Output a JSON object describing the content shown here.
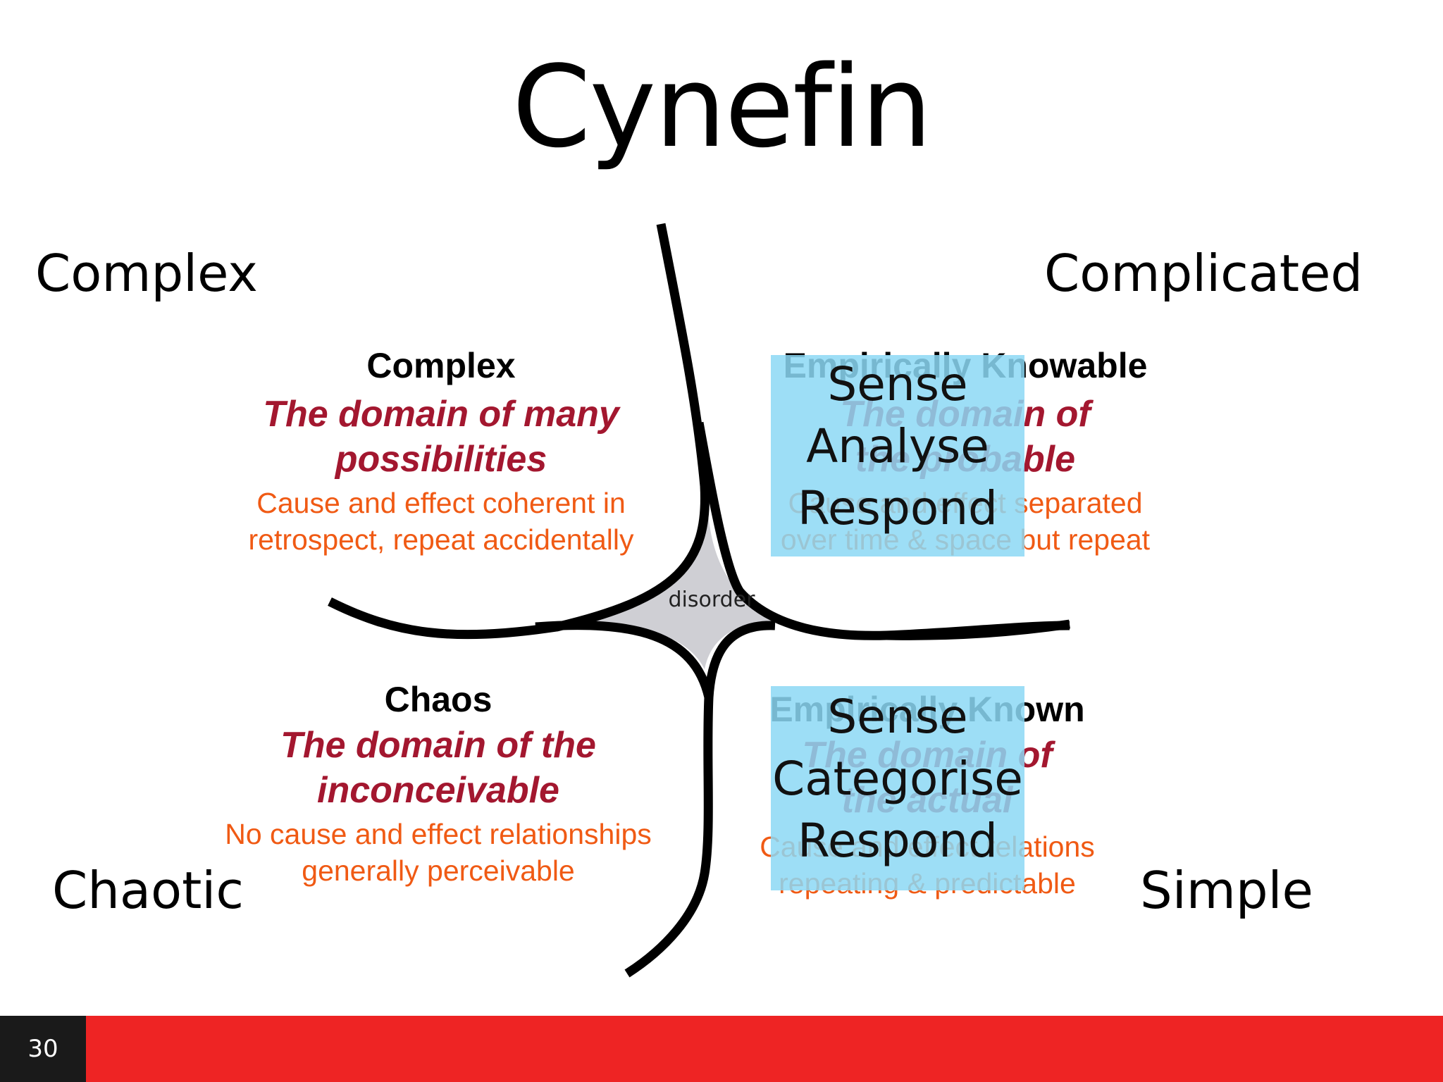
{
  "title": "Cynefin",
  "corners": {
    "top_left": "Complex",
    "top_right": "Complicated",
    "bottom_left": "Chaotic",
    "bottom_right": "Simple"
  },
  "center_label": "disorder",
  "quadrants": {
    "complex": {
      "heading": "Complex",
      "subtitle": "The domain of many possibilities",
      "subtitle_lines": [
        "The domain of many",
        "possibilities"
      ],
      "description_lines": [
        "Cause and effect coherent in",
        "retrospect, repeat accidentally"
      ]
    },
    "complicated": {
      "heading": "Empirically Knowable",
      "subtitle_lines": [
        "The domain of",
        "the probable"
      ],
      "description_lines": [
        "Cause and effect separated",
        "over time & space but repeat"
      ],
      "steps": [
        "Sense",
        "Analyse",
        "Respond"
      ]
    },
    "chaos": {
      "heading": "Chaos",
      "subtitle_lines": [
        "The domain of the",
        "inconceivable"
      ],
      "description_lines": [
        "No cause and effect relationships",
        "generally perceivable"
      ]
    },
    "simple": {
      "heading": "Empirically Known",
      "subtitle_lines": [
        "The domain of",
        "the actual"
      ],
      "description_lines": [
        "Cause and effect relations",
        "repeating & predictable"
      ],
      "steps": [
        "Sense",
        "Categorise",
        "Respond"
      ]
    }
  },
  "colors": {
    "subtitle": "#a3172f",
    "description": "#f05a14",
    "overlay": "#8cd8f4",
    "footer": "#ee2424",
    "disorder_fill": "#cfcfd4"
  },
  "footer": {
    "page_number": "30"
  }
}
